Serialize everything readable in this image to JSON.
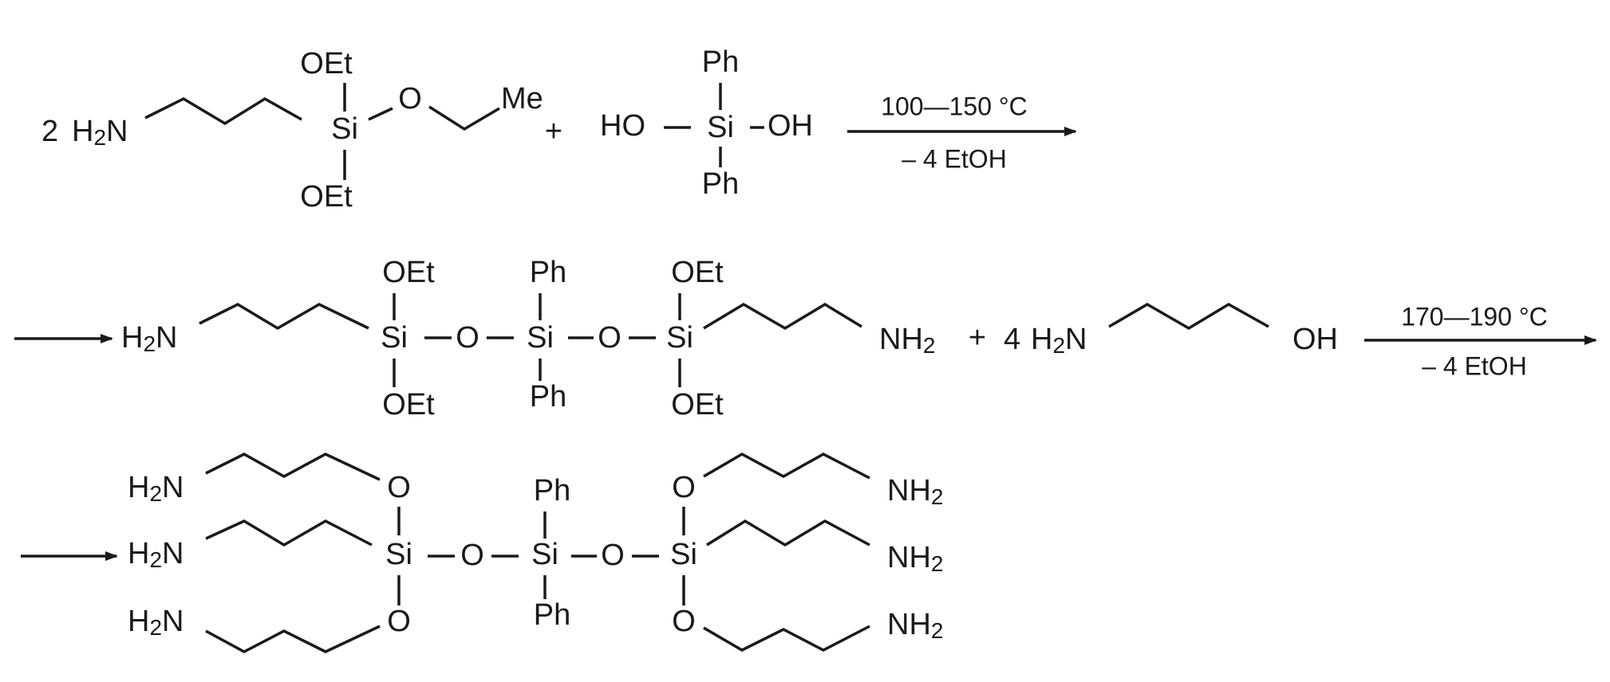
{
  "scheme": {
    "row1": {
      "coef": "2",
      "amine": "H2N",
      "oet_top": "OEt",
      "si": "Si",
      "o": "O",
      "me": "Me",
      "oet_bottom": "OEt",
      "plus": "+",
      "ho": "HO",
      "oh": "OH",
      "ph_top": "Ph",
      "ph_bottom": "Ph",
      "condition_above": "100—150 °C",
      "condition_below": "– 4 EtOH"
    },
    "row2": {
      "amine_left": "H2N",
      "oet": "OEt",
      "si": "Si",
      "o": "O",
      "ph": "Ph",
      "amine_right": "NH2",
      "plus": "+",
      "coef": "4",
      "amino_alcohol_amine": "H2N",
      "amino_alcohol_oh": "OH",
      "condition_above": "170—190 °C",
      "condition_below": "– 4 EtOH"
    },
    "row3": {
      "amine": "H2N",
      "amine_right": "NH2",
      "si": "Si",
      "o": "O",
      "ph": "Ph"
    }
  }
}
